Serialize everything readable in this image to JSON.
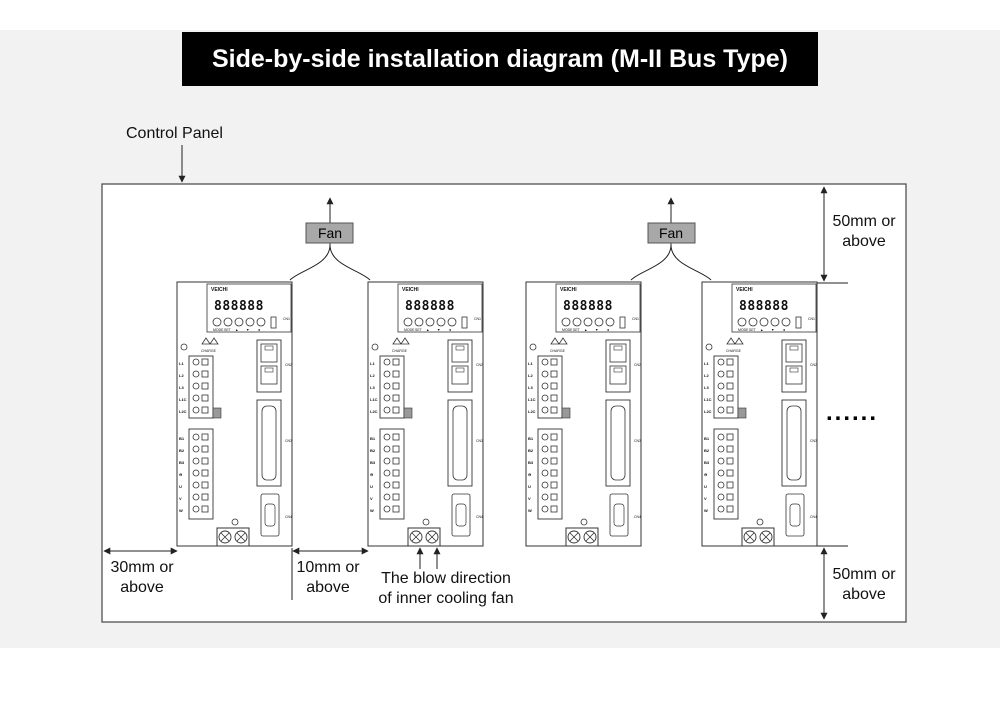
{
  "title": "Side-by-side installation diagram (M-II Bus Type)",
  "labels": {
    "control_panel": "Control Panel",
    "fan": "Fan",
    "top_clearance": [
      "50mm or",
      "above"
    ],
    "bottom_clearance": [
      "50mm or",
      "above"
    ],
    "side_clearance": [
      "30mm or",
      "above"
    ],
    "gap_clearance": [
      "10mm or",
      "above"
    ],
    "blow_direction": [
      "The blow direction",
      "of inner cooling fan"
    ],
    "continuation": "......"
  },
  "drive": {
    "brand": "VEICHI",
    "display": "888888",
    "keys": [
      "MODE",
      "SET",
      "▲",
      "▼",
      "◄"
    ],
    "charge": "CHARGE",
    "cn_labels": [
      "CN1",
      "CN2",
      "CN3",
      "CN4"
    ],
    "power_terminals": [
      "L1",
      "L2",
      "L3",
      "L1C",
      "L2C"
    ],
    "motor_terminals": [
      "B1",
      "B2",
      "B3",
      "⊖",
      "U",
      "V",
      "W"
    ]
  },
  "colors": {
    "fan_box": "#a8a8a8",
    "line": "#222222",
    "panel_bg": "#f2f2f2"
  }
}
